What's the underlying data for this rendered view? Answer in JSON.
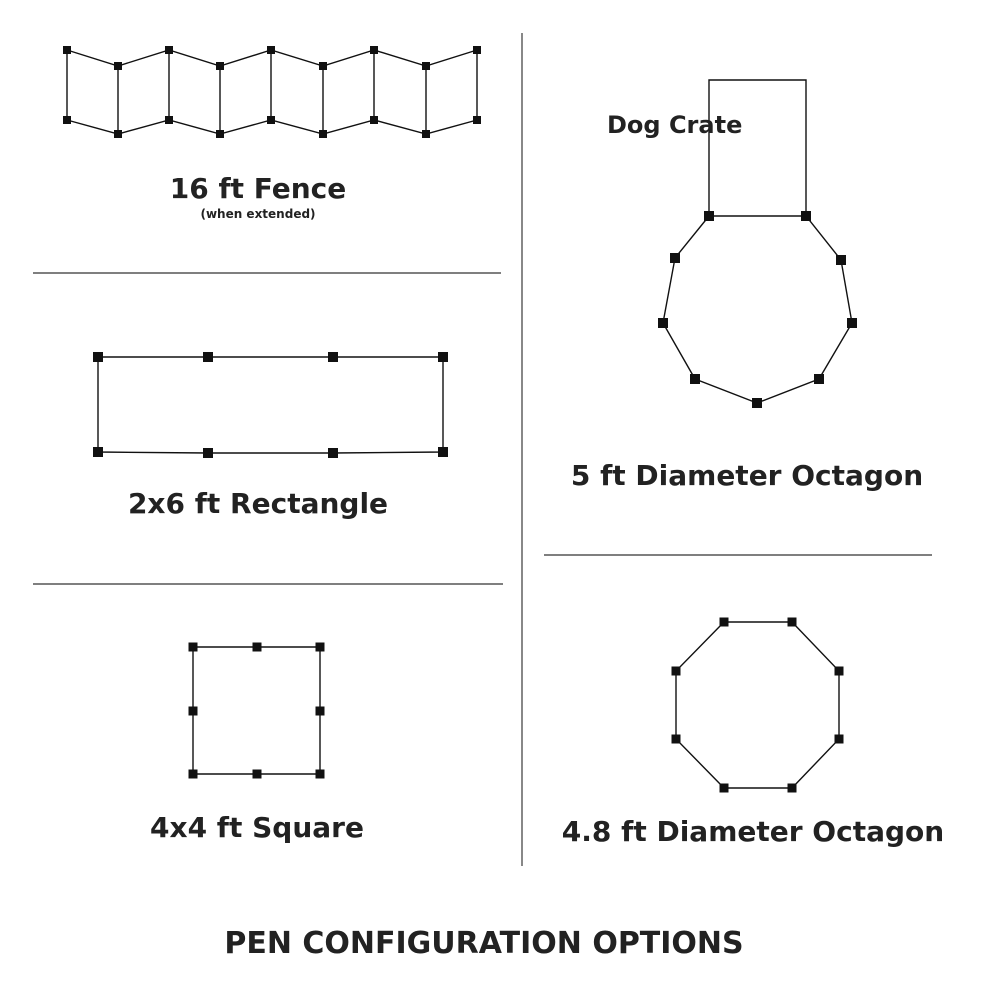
{
  "footer_title": "PEN CONFIGURATION OPTIONS",
  "configs": [
    {
      "id": "fence",
      "label": "16 ft Fence",
      "note": "(when extended)"
    },
    {
      "id": "rect",
      "label": "2x6 ft Rectangle"
    },
    {
      "id": "square",
      "label": "4x4 ft Square"
    },
    {
      "id": "oct5",
      "label": "5 ft Diameter Octagon",
      "crate_label": "Dog Crate"
    },
    {
      "id": "oct48",
      "label": "4.8 ft Diameter Octagon"
    }
  ],
  "colors": {
    "stroke": "#111111",
    "text": "#222222",
    "divider": "#555555",
    "background": "#ffffff"
  }
}
